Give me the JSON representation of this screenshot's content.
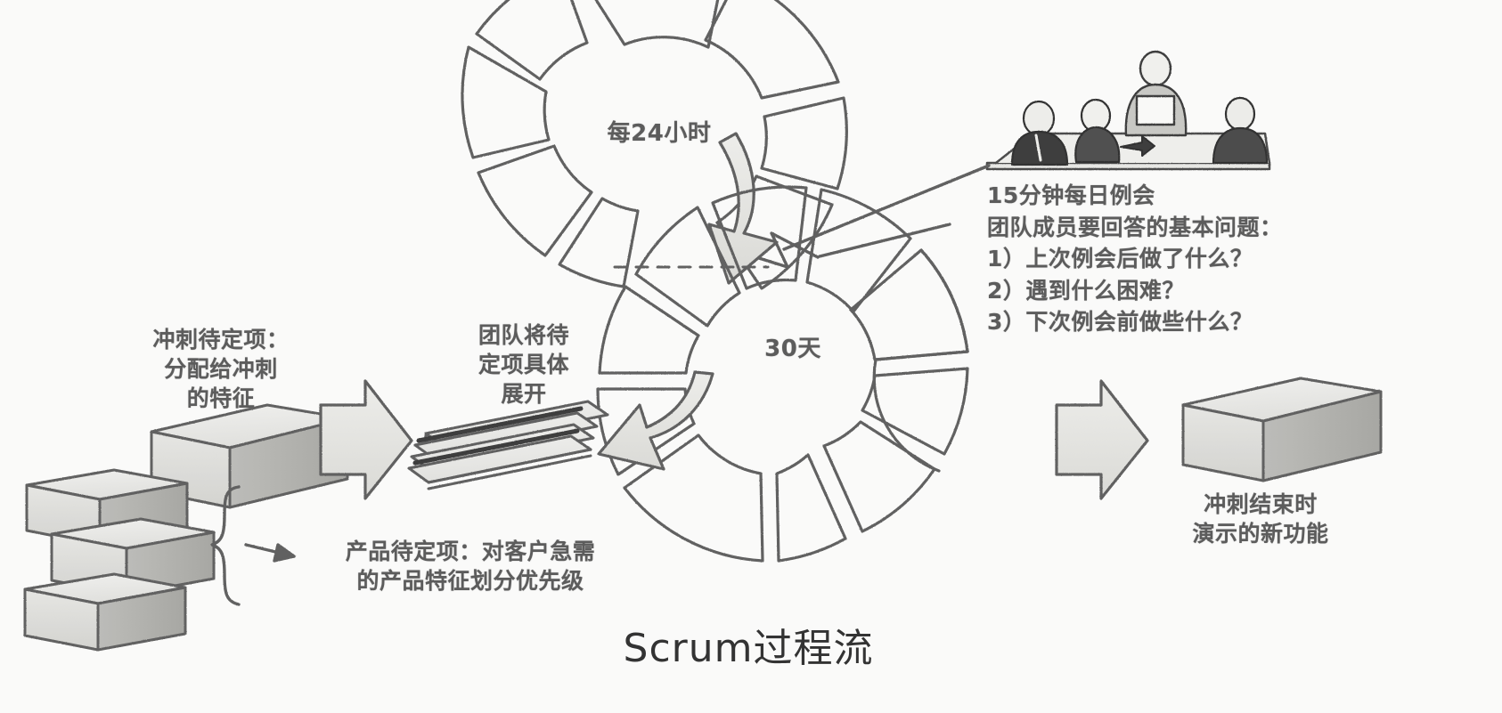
{
  "diagram": {
    "title_latin": "Scrum",
    "title_cjk": "过程流",
    "title_full": "Scrum过程流",
    "kind": "scrum-process-flow",
    "style": "scanned grayscale line drawing",
    "ink_color": "#5a5a5a",
    "paper_color": "#fdfdfc"
  },
  "labels": {
    "sprint_backlog": "冲刺待定项：\n分配给冲刺\n的特征",
    "team_expand": "团队将待\n定项具体\n展开",
    "cycle_daily": "每24小时",
    "cycle_sprint": "30天",
    "product_backlog": "产品待定项：对客户急需\n的产品特征划分优先级",
    "demo_output": "冲刺结束时\n演示的新功能"
  },
  "meeting_notes": {
    "heading": "15分钟每日例会",
    "subheading": "团队成员要回答的基本问题：",
    "questions": [
      "1）上次例会后做了什么？",
      "2）遇到什么困难？",
      "3）下次例会前做些什么？"
    ],
    "full_text": "15分钟每日例会\n团队成员要回答的基本问题：\n1）上次例会后做了什么？\n2）遇到什么困难？\n3）下次例会前做些什么？"
  },
  "shapes": {
    "daily_cycle_icon": "segmented-ring-small",
    "sprint_cycle_icon": "segmented-ring-large",
    "product_backlog_icon": "stacked-boxes",
    "sprint_backlog_icon": "single-box",
    "deliverable_icon": "single-box",
    "documents_icon": "stacked-papers",
    "flow_arrow_icon": "block-arrow-right",
    "meeting_icon": "people-at-table",
    "bracket_icon": "curly-brace-vertical",
    "pointer_icon": "leader-line"
  }
}
